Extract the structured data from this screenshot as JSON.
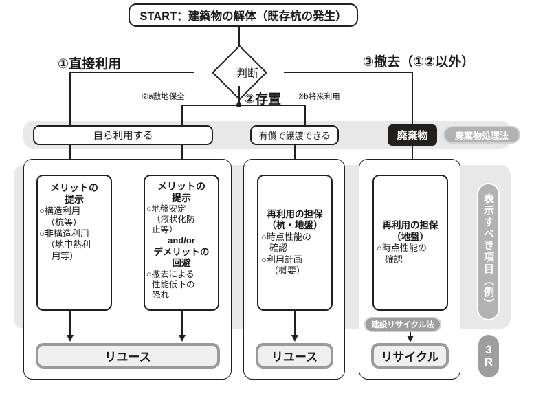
{
  "diagram": {
    "title_box": "START：建築物の解体（既存杭の発生）",
    "decision": "判断",
    "branches": {
      "left": "①直接利用",
      "middle": "②存置",
      "right": "③撤去（①②以外）",
      "sub_a": "②a敷地保全",
      "sub_b": "②b将来利用"
    },
    "classification": [
      {
        "label": "自ら利用する",
        "style": "outline"
      },
      {
        "label": "有償で譲渡できる",
        "style": "outline"
      },
      {
        "label": "廃棄物",
        "style": "solid-black"
      }
    ],
    "law_tags": {
      "waste": "廃棄物処理法",
      "recycle": "建設リサイクル法"
    },
    "columns": [
      {
        "name": "direct-use-structural",
        "heading": "メリットの\n提示",
        "items": [
          "○構造利用",
          "（杭等）",
          "○非構造利用",
          "（地中熱利",
          "用等）"
        ],
        "result": "リユース"
      },
      {
        "name": "direct-use-ground",
        "heading": "メリットの\n提示",
        "items": [
          "○地盤安定",
          "（液状化防",
          "止等）"
        ],
        "connector": "and/or",
        "heading2": "デメリットの\n回避",
        "items2": [
          "○撤去による",
          "性能低下の",
          "恐れ"
        ],
        "result": "リユース"
      },
      {
        "name": "transfer",
        "heading": "再利用の担保\n（杭・地盤）",
        "items": [
          "○時点性能の",
          "確認",
          "○利用計画",
          "（概要）"
        ],
        "result": "リユース"
      },
      {
        "name": "waste",
        "heading": "再利用の担保\n（地盤）",
        "items": [
          "○時点性能の",
          "確認"
        ],
        "result": "リサイクル"
      }
    ],
    "side_labels": {
      "display_items": "表示すべき項目（例）",
      "three_r_top": "3",
      "three_r_bottom": "R"
    },
    "colors": {
      "ink": "#231f1c",
      "band": "#e8e8e8",
      "pill": "#b2b2b2",
      "result_border": "#9a9a9a",
      "result_fill": "#efefef"
    }
  }
}
